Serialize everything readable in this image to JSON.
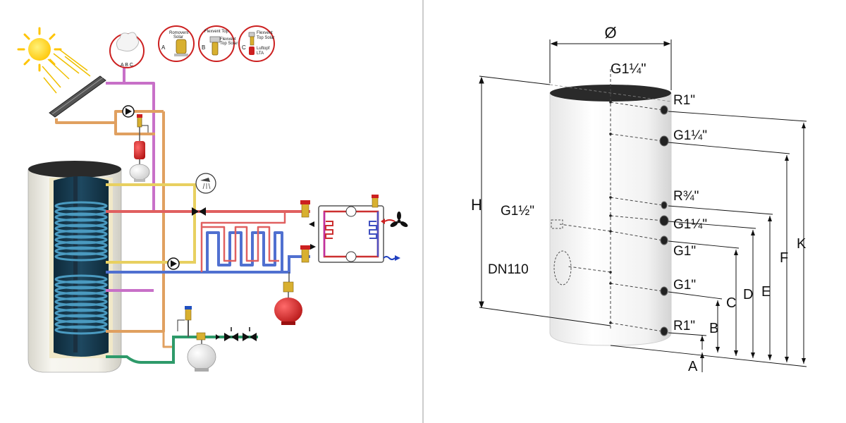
{
  "schematic": {
    "valve_circle_letters": "A B C",
    "callouts": {
      "a": {
        "letter": "A",
        "line1": "Romovent",
        "line2": "Solar"
      },
      "b": {
        "letter": "B",
        "line1": "Flexvent Top",
        "line2": "Flexvent",
        "line3": "Top Solar"
      },
      "c": {
        "letter": "C",
        "line1": "Flexvent",
        "line2": "Top Solar",
        "line3": "Luftopf",
        "line4": "LTA"
      }
    }
  },
  "dimensions": {
    "diameter_label": "Ø",
    "top_connection": "G1¼\"",
    "connections": [
      "R1\"",
      "G1¼\"",
      "R¾\"",
      "G1¼\"",
      "G1\"",
      "G1\"",
      "R1\""
    ],
    "side_sensor": "G1½\"",
    "flange": "DN110",
    "height_label": "H",
    "dim_letters": [
      "A",
      "B",
      "C",
      "D",
      "E",
      "F",
      "K"
    ]
  },
  "colors": {
    "solar_pipe": "#e0a060",
    "sensor_pipe": "#c870c8",
    "hot_pipe": "#e06060",
    "cold_pipe": "#5070d0",
    "warm_pipe": "#e8d060",
    "green_pipe": "#2e9a6a",
    "tank_insulation": "#f2f0e8",
    "tank_lid": "#2a2a2a",
    "coil": "#2a6a90",
    "expansion_vessel": "#cc2020",
    "sun": "#ffd000",
    "divider": "#bbbbbb"
  }
}
